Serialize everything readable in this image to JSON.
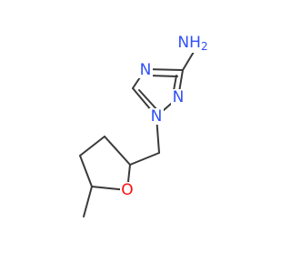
{
  "molecule": {
    "atoms": {
      "n_amine": {
        "element": "N",
        "h_label": "H2",
        "color": "#3050f8"
      },
      "n_ring_top": {
        "element": "N",
        "color": "#3050f8"
      },
      "n_ring_right": {
        "element": "N",
        "color": "#3050f8"
      },
      "n_ring_bottom": {
        "element": "N",
        "color": "#3050f8"
      },
      "o_ring": {
        "element": "O",
        "color": "#ff0d0d"
      }
    },
    "bond_color": "#3a3a3a"
  }
}
